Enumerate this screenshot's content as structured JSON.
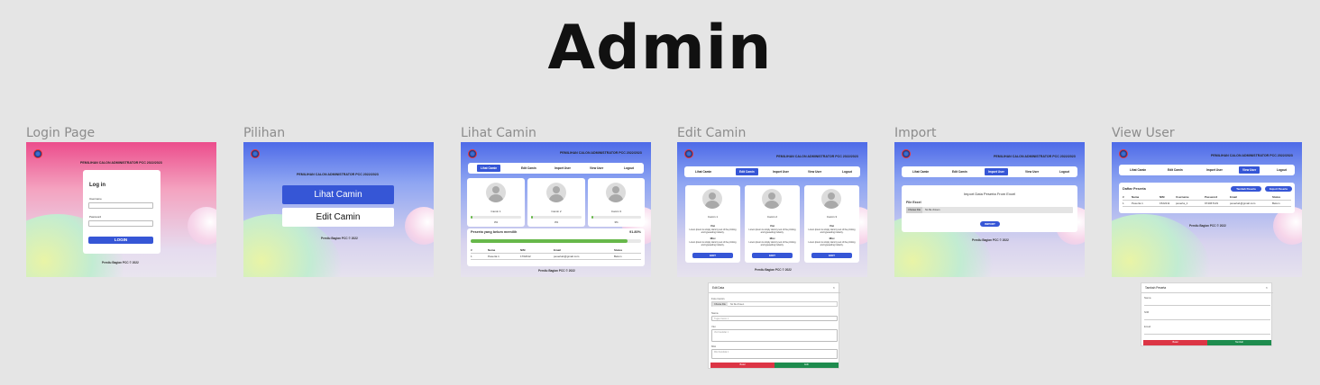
{
  "title": "Admin",
  "brand_header": "PEMILIHAN CALON ADMINISTRATOR PCC 2022/2023",
  "footer": "Pemilu Bagian PCC © 2022",
  "frames": {
    "login": {
      "label": "Login Page",
      "card_title": "Log in",
      "username_label": "Username",
      "password_label": "Password",
      "login_button": "LOGIN"
    },
    "pilihan": {
      "label": "Pilihan",
      "lihat_button": "Lihat Camin",
      "edit_button": "Edit Camin"
    },
    "lihat": {
      "label": "Lihat Camin",
      "nav": [
        "Lihat Camin",
        "Edit Camin",
        "Import User",
        "View User",
        "Logout"
      ],
      "candidates": [
        {
          "name": "Camin 1",
          "percent": "3%",
          "progress": 0.03
        },
        {
          "name": "Camin 2",
          "percent": "3%",
          "progress": 0.03
        },
        {
          "name": "Camin 3",
          "percent": "3%",
          "progress": 0.03
        }
      ],
      "voters_title": "Peserta yang belum memilih",
      "voters_percent": "91.80%",
      "voters_progress": 0.918,
      "table_headers": [
        "#",
        "Nama",
        "NIM",
        "Email",
        "Status"
      ],
      "table_rows": [
        [
          "1",
          "Peserta 1",
          "1702012",
          "peserta1@gmail.com",
          "Belum"
        ]
      ]
    },
    "edit": {
      "label": "Edit Camin",
      "nav": [
        "Lihat Camin",
        "Edit Camin",
        "Import User",
        "View User",
        "Logout"
      ],
      "candidates": [
        {
          "name": "Camin 1",
          "visi_label": "Visi",
          "misi_label": "Misi",
          "edit_button": "EDIT"
        },
        {
          "name": "Camin 2",
          "visi_label": "Visi",
          "misi_label": "Misi",
          "edit_button": "EDIT"
        },
        {
          "name": "Camin 3",
          "visi_label": "Visi",
          "misi_label": "Misi",
          "edit_button": "EDIT"
        }
      ],
      "lorem": "Lorem Ipsum is simply dummy text of the printing and typesetting industry."
    },
    "import": {
      "label": "Import",
      "nav": [
        "Lihat Camin",
        "Edit Camin",
        "Import User",
        "View User",
        "Logout"
      ],
      "card_title": "Import Data Peserta From Excel",
      "file_label": "File Excel",
      "choose_file": "Choose File",
      "no_file": "No file chosen",
      "import_button": "IMPORT"
    },
    "view": {
      "label": "View User",
      "nav": [
        "Lihat Camin",
        "Edit Camin",
        "Import User",
        "View User",
        "Logout"
      ],
      "list_title": "Daftar Peserta",
      "add_button": "Tambah Peserta",
      "export_button": "Export Peserta",
      "table_headers": [
        "#",
        "Nama",
        "NIM",
        "Username",
        "Password",
        "Email",
        "Status"
      ],
      "table_rows": [
        [
          "1",
          "Peserta 1",
          "1522211",
          "peserta_1",
          "974067129",
          "peserta1@gmail.com",
          "Belum"
        ]
      ]
    }
  },
  "modals": {
    "edit_data": {
      "title": "Edit Data",
      "foto_label": "Foto Camin",
      "choose_file": "Choose File",
      "no_file": "No file chosen",
      "nama_label": "Nama",
      "nama_placeholder": "Tugas Camin 1",
      "visi_label": "Visi",
      "visi_placeholder": "Visi Kandidat 1",
      "misi_label": "Misi",
      "misi_placeholder": "Misi Kandidat 1",
      "cancel": "Batal",
      "save": "Edit"
    },
    "tambah": {
      "title": "Tambah Peserta",
      "nama_label": "Nama",
      "nim_label": "NIM",
      "email_label": "Email",
      "cancel": "Batal",
      "save": "Tambah"
    }
  },
  "colors": {
    "primary": "#3656d6",
    "danger": "#dc3545",
    "success": "#1e8c4e",
    "progress": "#67b84a"
  }
}
